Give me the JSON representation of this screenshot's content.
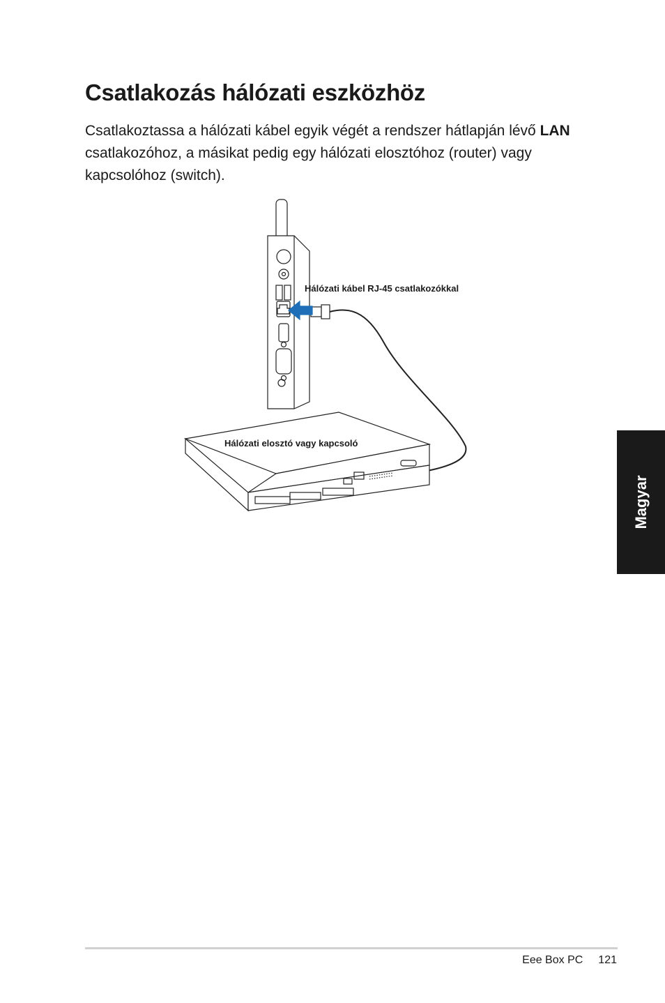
{
  "page": {
    "title": "Csatlakozás hálózati eszközhöz",
    "paragraph": {
      "part1": "Csatlakoztassa a hálózati kábel egyik végét a rendszer hátlapján lévő ",
      "bold": "LAN",
      "part2": " csatlakozóhoz, a másikat pedig egy hálózati elosztóhoz (router) vagy kapcsolóhoz (switch)."
    }
  },
  "figure": {
    "cable_label": "Hálózati kábel RJ-45 csatlakozókkal",
    "switch_label": "Hálózati elosztó vagy kapcsoló",
    "arrow_color": "#1f6fb8"
  },
  "side_tab": {
    "label": "Magyar"
  },
  "footer": {
    "product": "Eee Box PC",
    "page_number": "121"
  }
}
